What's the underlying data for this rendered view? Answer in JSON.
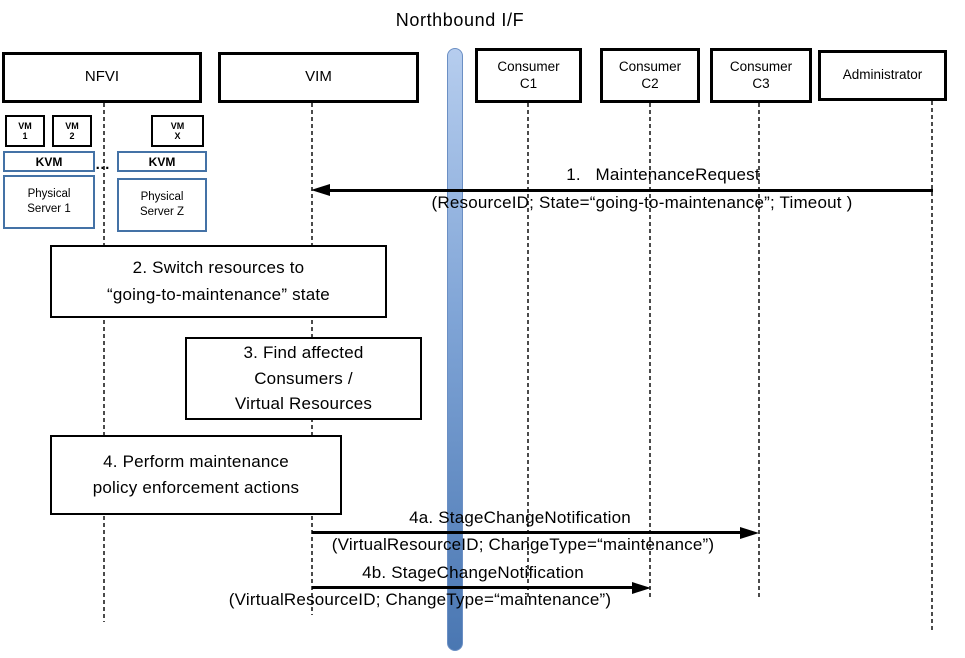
{
  "title": "Northbound I/F",
  "colors": {
    "bar_top": "#b6cdee",
    "bar_bottom": "#4a77b2",
    "bar_border": "#6b8fc4",
    "actor_border": "#000000",
    "nfvi_blue_border": "#4472a6"
  },
  "actors": {
    "nfvi": {
      "label": "NFVI"
    },
    "vim": {
      "label": "VIM"
    },
    "c1": {
      "line1": "Consumer",
      "line2": "C1"
    },
    "c2": {
      "line1": "Consumer",
      "line2": "C2"
    },
    "c3": {
      "line1": "Consumer",
      "line2": "C3"
    },
    "admin": {
      "label": "Administrator"
    }
  },
  "nfvi_detail": {
    "vm1": {
      "line1": "VM",
      "line2": "1"
    },
    "vm2": {
      "line1": "VM",
      "line2": "2"
    },
    "vmx": {
      "line1": "VM",
      "line2": "X"
    },
    "kvm1": {
      "label": "KVM"
    },
    "kvm2": {
      "label": "KVM"
    },
    "dots": "…",
    "server1": {
      "line1": "Physical",
      "line2": "Server 1"
    },
    "serverz": {
      "line1": "Physical",
      "line2": "Server Z"
    }
  },
  "steps": {
    "step2": {
      "line1": "2. Switch resources to",
      "line2": "“going-to-maintenance” state"
    },
    "step3": {
      "line1": "3. Find affected",
      "line2": "Consumers /",
      "line3": "Virtual Resources"
    },
    "step4": {
      "line1": "4. Perform maintenance",
      "line2": "policy enforcement actions"
    }
  },
  "messages": {
    "msg1": {
      "label": "1.   MaintenanceRequest",
      "params": "(ResourceID; State=“going-to-maintenance”; Timeout )",
      "from": "Administrator",
      "to": "VIM"
    },
    "msg4a": {
      "label": "4a. StageChangeNotification",
      "params": "(VirtualResourceID; ChangeType=“maintenance”)",
      "from": "VIM",
      "to": "Consumer C3"
    },
    "msg4b": {
      "label": "4b. StageChangeNotification",
      "params": "(VirtualResourceID; ChangeType=“maintenance”)",
      "from": "VIM",
      "to": "Consumer C2"
    }
  }
}
